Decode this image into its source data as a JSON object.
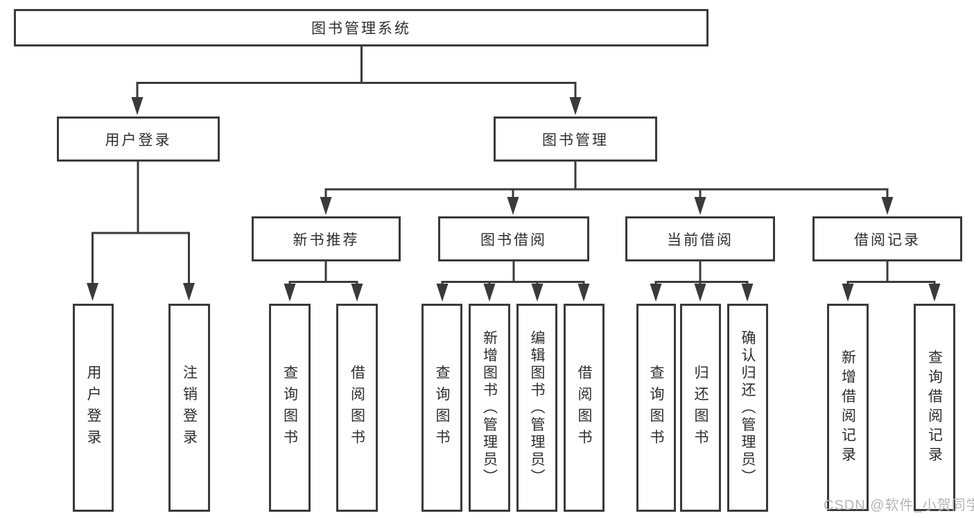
{
  "diagram": {
    "root": {
      "label": "图书管理系统"
    },
    "level2": {
      "user_login": {
        "label": "用户登录"
      },
      "book_mgmt": {
        "label": "图书管理"
      }
    },
    "level3": {
      "new_book_rec": {
        "label": "新书推荐"
      },
      "book_borrow": {
        "label": "图书借阅"
      },
      "current_borrow": {
        "label": "当前借阅"
      },
      "borrow_record": {
        "label": "借阅记录"
      }
    },
    "leaves": {
      "login": "用户登录",
      "logout": "注销登录",
      "rec_query_book": "查询图书",
      "rec_borrow_book": "借阅图书",
      "bb_query_book": "查询图书",
      "bb_add_book": "新增图书（管理员）",
      "bb_edit_book": "编辑图书（管理员）",
      "bb_borrow_book": "借阅图书",
      "cb_query_book": "查询图书",
      "cb_return_book": "归还图书",
      "cb_confirm_return": "确认归还（管理员）",
      "br_add_record": "新增借阅记录",
      "br_query_record": "查询借阅记录"
    },
    "colors": {
      "line": "#3a3a3a",
      "text": "#2e2e2e",
      "watermark": "#b5b5b5",
      "background": "#ffffff"
    }
  },
  "watermark": {
    "text": "CSDN @软件_小贺同学"
  }
}
